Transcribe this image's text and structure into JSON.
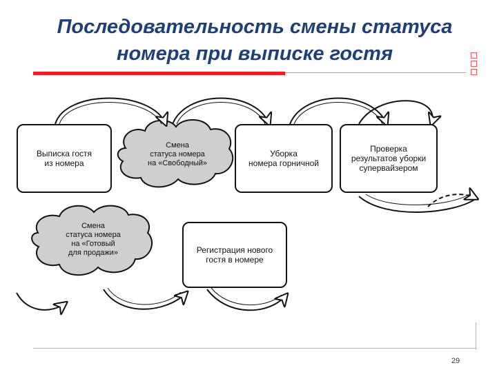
{
  "slide": {
    "title_line1": "Последовательность смены статуса",
    "title_line2": "номера при выписке гостя",
    "page_number": "29"
  },
  "diagram": {
    "nodes": [
      {
        "id": "checkout",
        "label": "Выписка гостя\nиз номера"
      },
      {
        "id": "status-free",
        "label": "Смена\nстатуса номера\nна «Свободный»"
      },
      {
        "id": "cleaning",
        "label": "Уборка\nномера горничной"
      },
      {
        "id": "inspection",
        "label": "Проверка\nрезультатов уборки\nсупервайзером"
      },
      {
        "id": "status-ready",
        "label": "Смена\nстатуса номера\nна «Готовый\nдля продажи»"
      },
      {
        "id": "registration",
        "label": "Регистрация нового\nгостя в номере"
      }
    ]
  },
  "colors": {
    "title": "#1f3f75",
    "accent_red": "#ee1c25",
    "cloud_fill": "#c8c8c8",
    "stroke": "#111111"
  }
}
